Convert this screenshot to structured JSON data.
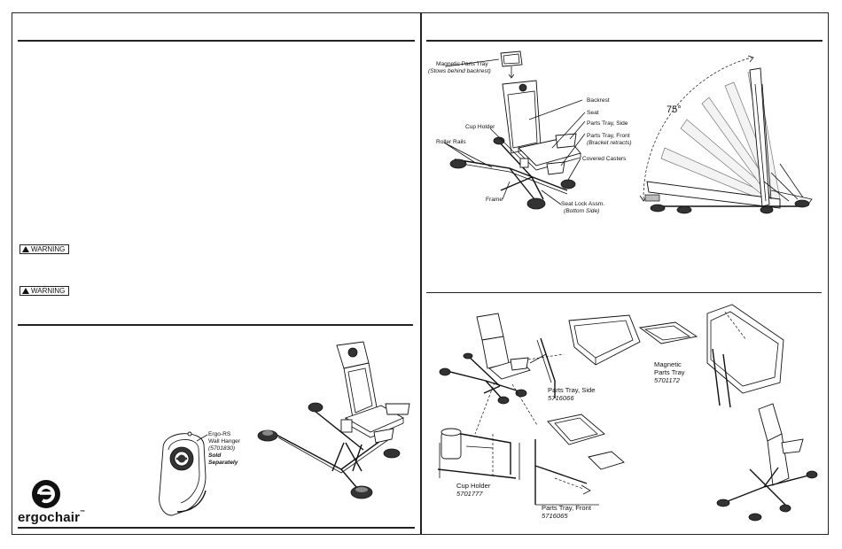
{
  "warnings": [
    "WARNING",
    "WARNING"
  ],
  "hanger": {
    "name": "Ergo-RS",
    "line2": "Wall Hanger",
    "part": "(5701830)",
    "sold1": "Sold",
    "sold2": "Separately"
  },
  "brand": {
    "name": "ergochair",
    "mark": "™"
  },
  "top_diagram": {
    "magnetic_tray": "Magnetic Parts Tray",
    "magnetic_tray_note": "(Stows behind backrest)",
    "backrest": "Backrest",
    "seat": "Seat",
    "cup_holder": "Cup Holder",
    "tray_side": "Parts Tray, Side",
    "tray_front": "Parts Tray, Front",
    "tray_front_note": "(Bracket retracts)",
    "roller_rails": "Roller Rails",
    "covered_casters": "Covered Casters",
    "frame": "Frame",
    "seat_lock": "Seat Lock Assm.",
    "seat_lock_note": "(Bottom Side)",
    "angle": "75°"
  },
  "accessories": {
    "tray_side": "Parts Tray, Side",
    "tray_side_part": "5716066",
    "magnetic_1": "Magnetic",
    "magnetic_2": "Parts Tray",
    "magnetic_part": "5701172",
    "cup_holder": "Cup Holder",
    "cup_holder_part": "5701777",
    "tray_front": "Parts Tray, Front",
    "tray_front_part": "5716065"
  }
}
